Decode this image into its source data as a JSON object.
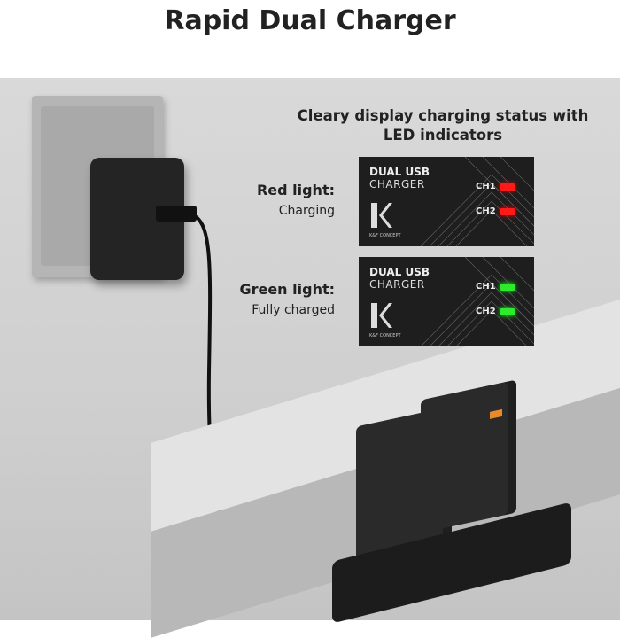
{
  "title": "Rapid Dual Charger",
  "headline": [
    "Cleary display charging status with",
    "LED indicators"
  ],
  "states": [
    {
      "label": "Red light:",
      "desc": "Charging",
      "led_color": "#ff1a1a"
    },
    {
      "label": "Green light:",
      "desc": "Fully charged",
      "led_color": "#2dea2d"
    }
  ],
  "panel": {
    "line1": "DUAL USB",
    "line2": "CHARGER",
    "brand": "K&F CONCEPT",
    "ch1": "CH1",
    "ch2": "CH2"
  },
  "colors": {
    "panel_bg": "#1e1e1e",
    "battery_tag": "#e98a2a"
  }
}
